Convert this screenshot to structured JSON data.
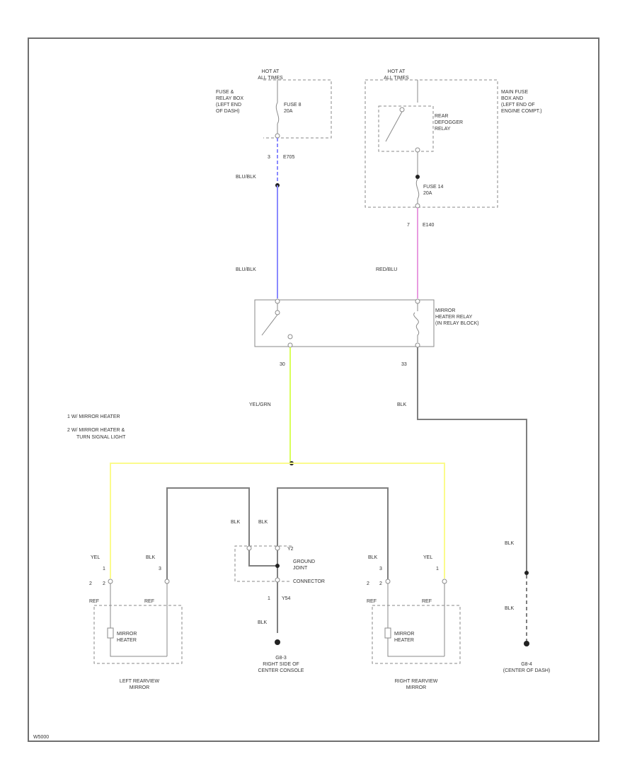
{
  "colors": {
    "blu_blk": "#8a8aff",
    "red_blu": "#e89be0",
    "yel_grn": "#d9ff5a",
    "yel": "#fbfb8c",
    "blk": "#7f7f7f",
    "frame": "#6f6f6f"
  },
  "fuse_block": {
    "hot_label": [
      "HOT AT",
      "ALL TIMES"
    ],
    "name": [
      "FUSE &",
      "RELAY BOX",
      "(LEFT END",
      "OF DASH)"
    ],
    "fuse": [
      "FUSE 8",
      "20A"
    ],
    "pin": "3",
    "connector": "E705",
    "wire_color_top": "BLU/BLK",
    "wire_color_bottom": "BLU/BLK"
  },
  "main_fuse_box": {
    "hot_label": [
      "HOT AT",
      "ALL TIMES"
    ],
    "name": [
      "MAIN FUSE",
      "BOX AND",
      "(LEFT END OF",
      "ENGINE COMPT.)"
    ],
    "relay": [
      "REAR",
      "DEFOGGER",
      "RELAY"
    ],
    "fuse": [
      "FUSE 14",
      "20A"
    ],
    "pin": "7",
    "connector": "E140",
    "wire_color": "RED/BLU"
  },
  "mirror_relay": {
    "name": [
      "MIRROR",
      "HEATER RELAY",
      "(IN RELAY BLOCK)"
    ],
    "pin_left": "30",
    "pin_right": "33",
    "out_wire": "YEL/GRN",
    "gnd_wire": "BLK"
  },
  "legend": {
    "item1": "1  W/ MIRROR HEATER",
    "item2a": "2  W/ MIRROR HEATER &",
    "item2b": "TURN SIGNAL LIGHT"
  },
  "ground_joint": {
    "wire_left": "BLK",
    "wire_right": "BLK",
    "name": [
      "GROUND",
      "JOINT",
      "CONNECTOR"
    ],
    "connector_top": "Y2",
    "pin_bottom": "1",
    "connector_bottom": "Y54",
    "wire_bottom": "BLK",
    "ground": [
      "G8-3",
      "RIGHT SIDE OF",
      "CENTER CONSOLE"
    ]
  },
  "left_mirror": {
    "wire_yel": "YEL",
    "wire_blk": "BLK",
    "pin1": "1",
    "pin2": "2",
    "pin3": "2",
    "pin4": "3",
    "nc_left": "REF",
    "nc_right": "REF",
    "heater": [
      "MIRROR",
      "HEATER"
    ],
    "name": [
      "LEFT REARVIEW",
      "MIRROR"
    ]
  },
  "right_mirror": {
    "wire_blk": "BLK",
    "wire_yel": "YEL",
    "pin1": "3",
    "pin2": "2",
    "pin3": "2",
    "pin4": "1",
    "nc_left": "REF",
    "nc_right": "REF",
    "heater": [
      "MIRROR",
      "HEATER"
    ],
    "name": [
      "RIGHT REARVIEW",
      "MIRROR"
    ]
  },
  "ground_right": {
    "wire_top": "BLK",
    "wire_bottom": "BLK",
    "ground": [
      "G8-4",
      "(CENTER OF DASH)"
    ]
  },
  "figure_id": "W5000"
}
